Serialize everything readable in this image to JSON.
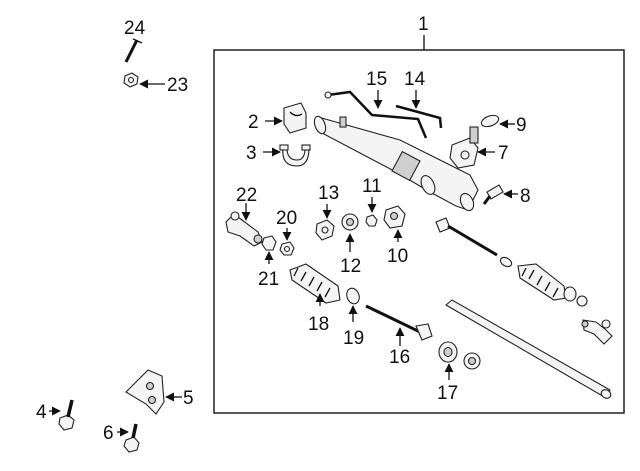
{
  "diagram": {
    "callouts": {
      "c1": "1",
      "c2": "2",
      "c3": "3",
      "c4": "4",
      "c5": "5",
      "c6": "6",
      "c7": "7",
      "c8": "8",
      "c9": "9",
      "c10": "10",
      "c11": "11",
      "c12": "12",
      "c13": "13",
      "c14": "14",
      "c15": "15",
      "c16": "16",
      "c17": "17",
      "c18": "18",
      "c19": "19",
      "c20": "20",
      "c21": "21",
      "c22": "22",
      "c23": "23",
      "c24": "24"
    },
    "colors": {
      "line": "#111111",
      "fill": "#f4f4f4",
      "shade": "#cfcfcf"
    }
  }
}
